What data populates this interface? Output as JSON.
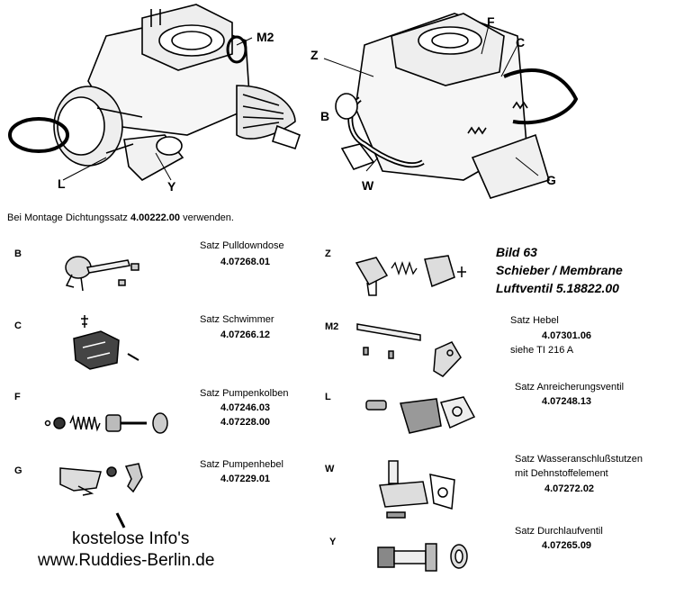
{
  "callouts": {
    "m2": "M2",
    "l": "L",
    "y": "Y",
    "z": "Z",
    "b": "B",
    "w": "W",
    "f": "F",
    "c": "C",
    "g": "G"
  },
  "note": {
    "prefix": "Bei Montage Dichtungssatz",
    "number": "4.00222.00",
    "suffix": "verwenden."
  },
  "title": {
    "line1": "Bild  63",
    "line2": "Schieber / Membrane",
    "line3": "Luftventil  5.18822.00"
  },
  "parts_left": [
    {
      "letter": "B",
      "name": "Satz Pulldowndose",
      "numbers": [
        "4.07268.01"
      ]
    },
    {
      "letter": "C",
      "name": "Satz Schwimmer",
      "numbers": [
        "4.07266.12"
      ]
    },
    {
      "letter": "F",
      "name": "Satz Pumpenkolben",
      "numbers": [
        "4.07246.03",
        "4.07228.00"
      ]
    },
    {
      "letter": "G",
      "name": "Satz Pumpenhebel",
      "numbers": [
        "4.07229.01"
      ]
    }
  ],
  "parts_right": [
    {
      "letter": "Z"
    },
    {
      "letter": "M2",
      "name": "Satz Hebel",
      "numbers": [
        "4.07301.06"
      ],
      "extra": "siehe TI 216 A"
    },
    {
      "letter": "L",
      "name": "Satz Anreicherungsventil",
      "numbers": [
        "4.07248.13"
      ]
    },
    {
      "letter": "W",
      "name": "Satz Wasseranschlußstutzen",
      "name2": "mit Dehnstoffelement",
      "numbers": [
        "4.07272.02"
      ]
    },
    {
      "letter": "Y",
      "name": "Satz Durchlaufventil",
      "numbers": [
        "4.07265.09"
      ]
    }
  ],
  "advert": {
    "line1": "kostelose  Info's",
    "line2": "www.Ruddies-Berlin.de"
  }
}
